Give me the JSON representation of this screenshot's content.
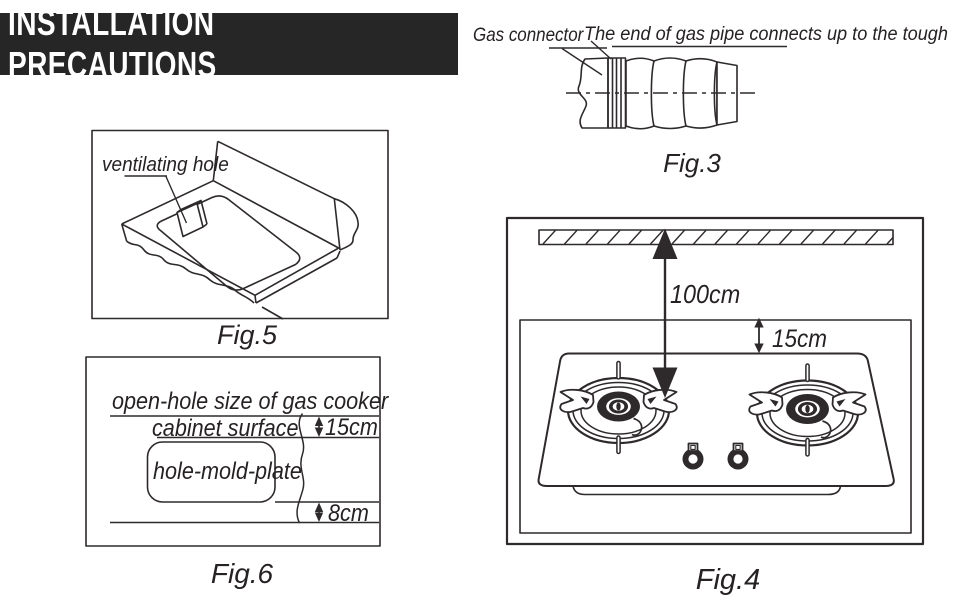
{
  "header": {
    "title": "INSTALLATION PRECAUTIONS"
  },
  "figures": {
    "fig3": {
      "caption": "Fig.3",
      "labels": {
        "gas_connector": "Gas connector",
        "pipe_end": "The end of gas pipe connects up to the tough"
      }
    },
    "fig4": {
      "caption": "Fig.4",
      "dims": {
        "hood_height": "100cm",
        "wall_gap": "15cm"
      }
    },
    "fig5": {
      "caption": "Fig.5",
      "labels": {
        "ventilating_hole": "ventilating hole"
      }
    },
    "fig6": {
      "caption": "Fig.6",
      "labels": {
        "open_hole": "open-hole size of gas cooker",
        "cabinet_surface": "cabinet surface",
        "hole_mold_plate": "hole-mold-plate"
      },
      "dims": {
        "top": "15cm",
        "bottom": "8cm"
      }
    }
  },
  "colors": {
    "banner_bg": "#262626",
    "banner_text": "#ffffff",
    "line": "#2e2a2b",
    "background": "#ffffff"
  }
}
